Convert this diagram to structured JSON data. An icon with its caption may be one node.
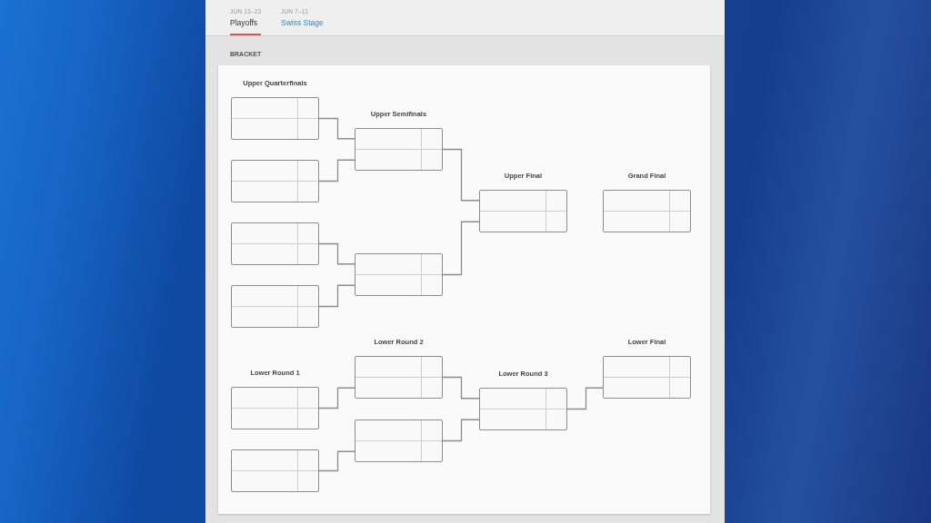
{
  "diagram": {
    "nodes": [
      {
        "text": [],
        "shape": "box",
        "beside": [
          "Upper Quarterfinals"
        ]
      },
      {
        "text": [],
        "shape": "box"
      },
      {
        "text": [],
        "shape": "box"
      },
      {
        "text": [],
        "shape": "box"
      },
      {
        "text": [],
        "shape": "box",
        "beside": [
          "Upper Semifinals"
        ]
      },
      {
        "text": [],
        "shape": "box"
      },
      {
        "text": [],
        "shape": "box",
        "beside": [
          "Upper Final"
        ]
      },
      {
        "text": [],
        "shape": "box",
        "beside": [
          "Grand Final"
        ]
      },
      {
        "text": [],
        "shape": "box",
        "beside": [
          "Lower Round 1"
        ]
      },
      {
        "text": [],
        "shape": "box"
      },
      {
        "text": [],
        "shape": "box",
        "beside": [
          "Lower Round 2"
        ]
      },
      {
        "text": [],
        "shape": "box"
      },
      {
        "text": [],
        "shape": "box",
        "beside": [
          "Lower Round 3"
        ]
      },
      {
        "text": [],
        "shape": "box",
        "beside": [
          "Lower Final"
        ]
      }
    ],
    "edges": [
      {
        "from": 0,
        "to": 4,
        "arrow": "none"
      },
      {
        "from": 1,
        "to": 4,
        "arrow": "none"
      },
      {
        "from": 2,
        "to": 5,
        "arrow": "none"
      },
      {
        "from": 3,
        "to": 5,
        "arrow": "none"
      },
      {
        "from": 4,
        "to": 6,
        "arrow": "none"
      },
      {
        "from": 5,
        "to": 6,
        "arrow": "none"
      },
      {
        "from": 8,
        "to": 10,
        "arrow": "none"
      },
      {
        "from": 9,
        "to": 11,
        "arrow": "none"
      },
      {
        "from": 10,
        "to": 12,
        "arrow": "none"
      },
      {
        "from": 11,
        "to": 12,
        "arrow": "none"
      },
      {
        "from": 12,
        "to": 13,
        "arrow": "none"
      }
    ],
    "labels": [
      "JUN 13–23",
      "Playoffs",
      "JUN 7–11",
      "Swiss Stage",
      "BRACKET"
    ]
  }
}
